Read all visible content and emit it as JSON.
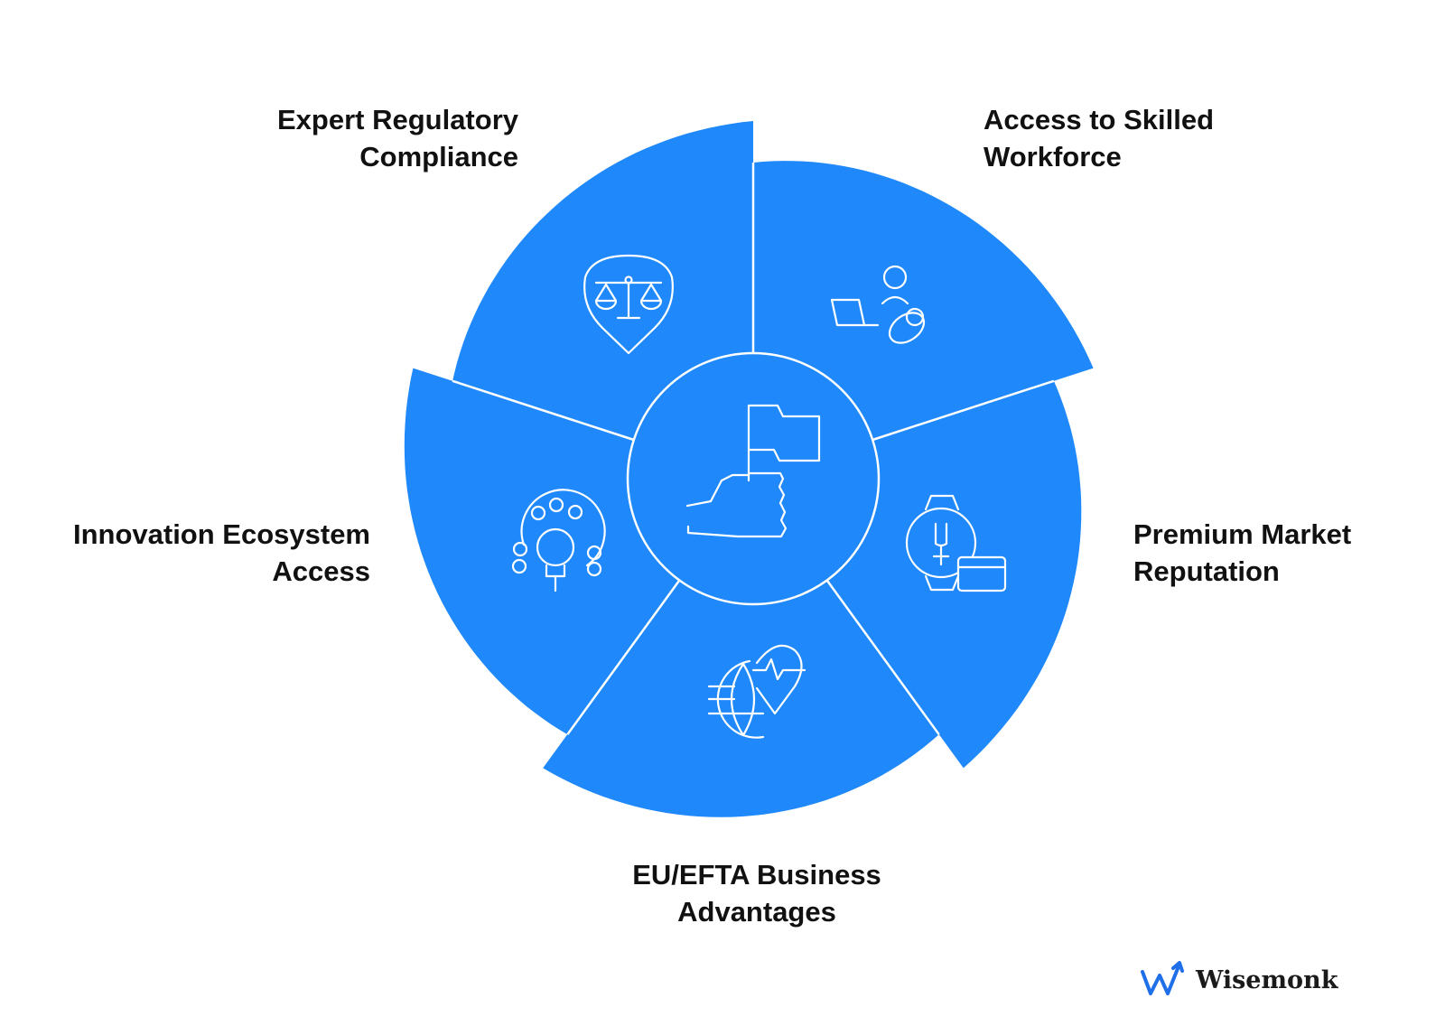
{
  "center": {
    "icon": "hand-holding-flag-icon"
  },
  "segments": [
    {
      "id": "expert",
      "label_lines": [
        "Expert Regulatory",
        "Compliance"
      ],
      "icon": "scales-of-justice-pin-icon"
    },
    {
      "id": "access",
      "label_lines": [
        "Access to Skilled",
        "Workforce"
      ],
      "icon": "people-with-laptop-icon"
    },
    {
      "id": "premium",
      "label_lines": [
        "Premium Market",
        "Reputation"
      ],
      "icon": "watch-and-card-icon"
    },
    {
      "id": "eu",
      "label_lines": [
        "EU/EFTA Business",
        "Advantages"
      ],
      "icon": "globe-with-heartbeat-icon"
    },
    {
      "id": "innovation",
      "label_lines": [
        "Innovation Ecosystem",
        "Access"
      ],
      "icon": "gear-with-lightbulb-icon"
    }
  ],
  "colors": {
    "segment_fill": "#1f88fa",
    "line": "#ffffff",
    "text": "#111111",
    "brand_mark": "#1f6fe8"
  },
  "brand": {
    "name": "Wisemonk",
    "icon": "wisemonk-logo-icon"
  }
}
